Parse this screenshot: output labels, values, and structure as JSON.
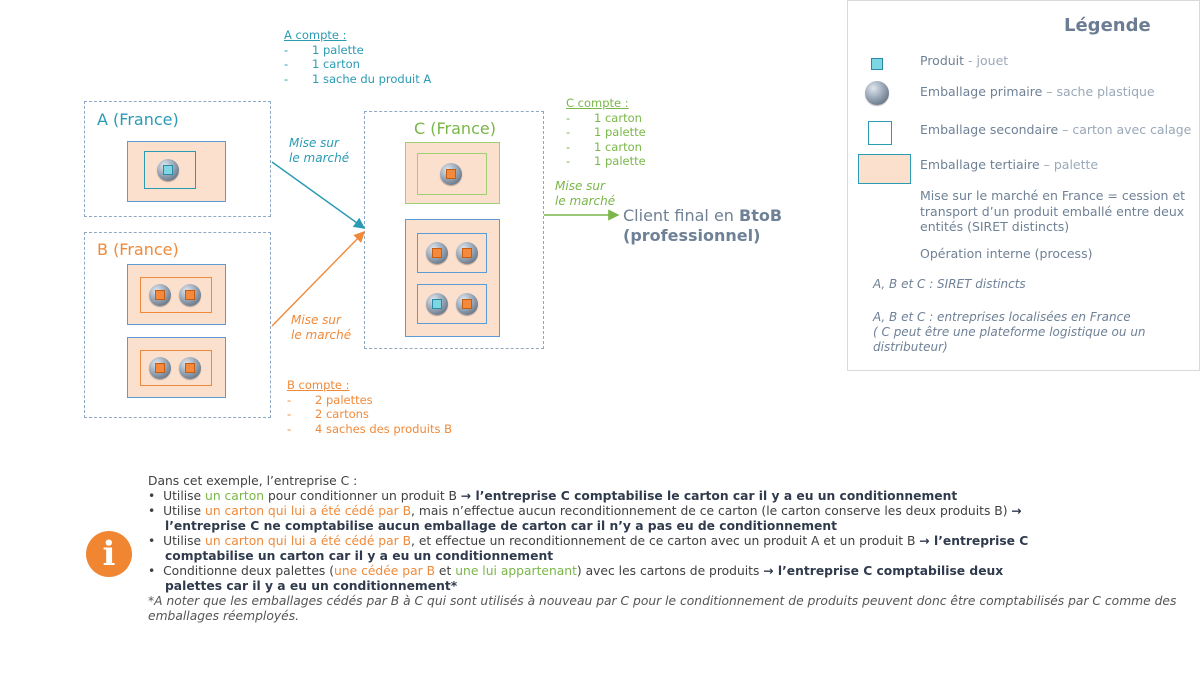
{
  "colors": {
    "teal": "#2a9bb3",
    "green": "#7ab648",
    "orange": "#f08a3a",
    "navy": "#2f3a4c",
    "legend_text": "#6f8196"
  },
  "entities": {
    "a": {
      "label": "A (France)"
    },
    "b": {
      "label": "B (France)"
    },
    "c": {
      "label": "C (France)"
    }
  },
  "notes": {
    "a": {
      "title": "A compte :",
      "items": [
        "1 palette",
        "1 carton",
        "1 sache du produit A"
      ]
    },
    "c": {
      "title": "C compte :",
      "items": [
        "1 carton",
        "1 palette",
        "1 carton",
        "1 palette"
      ]
    },
    "b": {
      "title": "B compte :",
      "items": [
        "2 palettes",
        "2 cartons",
        "4 saches des produits B"
      ]
    }
  },
  "mise_label": {
    "l1": "Mise sur",
    "l2": "le marché"
  },
  "client": {
    "prefix": "Client final en ",
    "bold1": "BtoB",
    "bold2": "(professionnel)"
  },
  "legend": {
    "title": "Légende",
    "produit": {
      "main": "Produit",
      "sub": " - jouet"
    },
    "primaire": {
      "main": "Emballage primaire",
      "sub": " – sache plastique"
    },
    "secondaire": {
      "main": "Emballage secondaire",
      "sub": " – carton avec calage"
    },
    "tertiaire": {
      "main": "Emballage tertiaire",
      "sub": " – palette"
    },
    "marche": {
      "l1": "Mise sur le marché en France = cession et",
      "l2": "transport d’un produit emballé entre deux",
      "l3": "entités (SIRET distincts)"
    },
    "interne": "Opération interne (process)",
    "siret": "A, B et C : SIRET distincts",
    "loc": {
      "l1": "A, B et C : entreprises localisées en France",
      "l2": "( C peut être une plateforme logistique ou un",
      "l3": "distributeur)"
    }
  },
  "bottom": {
    "intro": "Dans cet exemple, l’entreprise C :",
    "b1": {
      "pre": "Utilise ",
      "hl": "un carton",
      "mid": " pour conditionner un produit B ",
      "arrow": "→",
      "bold": " l’entreprise C comptabilise le carton car il y a eu un conditionnement"
    },
    "b2": {
      "pre": "Utilise ",
      "hl": "un carton qui lui a été cédé par B",
      "mid": ", mais n’effectue aucun reconditionnement de ce carton (le carton conserve les deux produits B) ",
      "arrow": "→",
      "bold": "l’entreprise  C ne comptabilise aucun emballage de carton car il n’y a pas eu de conditionnement"
    },
    "b3": {
      "pre": "Utilise ",
      "hl": "un carton qui lui a été cédé par B",
      "mid": ", et effectue un reconditionnement de ce carton avec un produit A et un produit B ",
      "arrow": "→",
      "bold1": " l’entreprise  C",
      "bold2": "comptabilise un carton car il y a eu un conditionnement"
    },
    "b4": {
      "pre": "Conditionne deux palettes (",
      "hl1": "une cédée par B",
      "mid1": " et ",
      "hl2": "une lui appartenant",
      "mid2": ") avec les cartons de produits ",
      "arrow": "→",
      "bold1": "  l’entreprise C comptabilise deux",
      "bold2": "palettes car il y a eu un conditionnement*"
    },
    "foot": "*A noter que les emballages cédés par B à C qui sont utilisés à nouveau par C pour le conditionnement de produits peuvent donc être comptabilisés par C comme des emballages réemployés."
  }
}
